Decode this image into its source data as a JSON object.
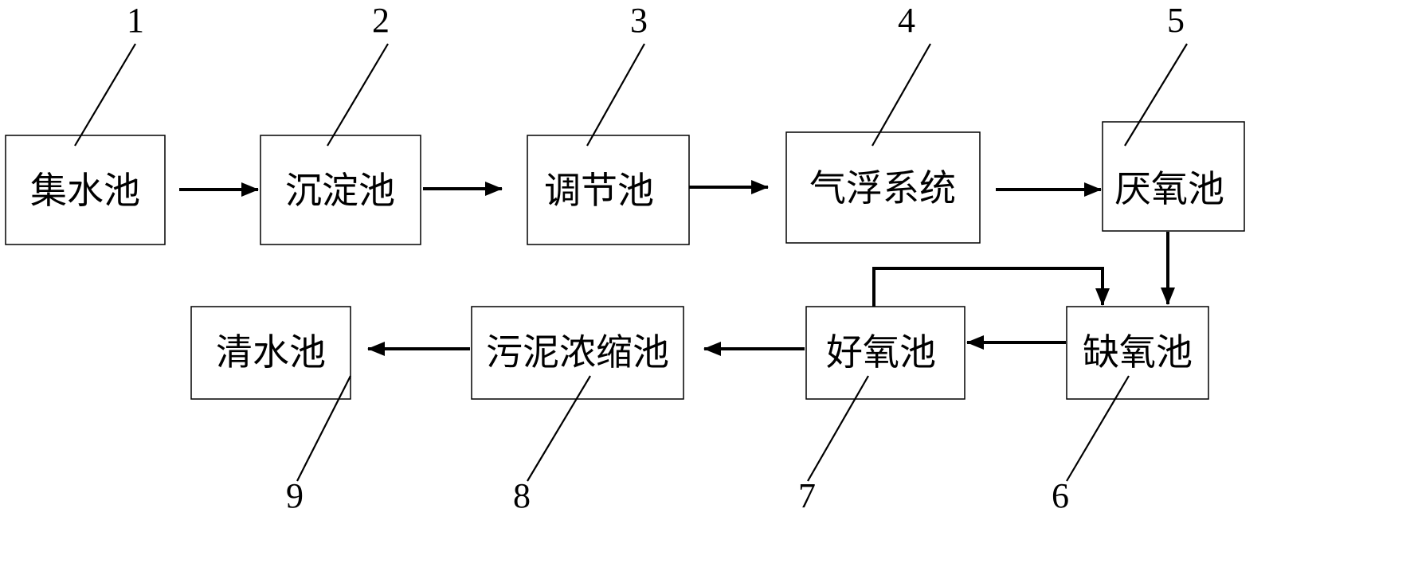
{
  "diagram": {
    "boxes": {
      "b1": "集水池",
      "b2": "沉淀池",
      "b3": "调节池",
      "b4": "气浮系统",
      "b5": "厌氧池",
      "b6": "缺氧池",
      "b7": "好氧池",
      "b8": "污泥浓缩池",
      "b9": "清水池"
    },
    "numbers": {
      "n1": "1",
      "n2": "2",
      "n3": "3",
      "n4": "4",
      "n5": "5",
      "n6": "6",
      "n7": "7",
      "n8": "8",
      "n9": "9"
    },
    "colors": {
      "line": "#000000",
      "background": "#ffffff"
    }
  }
}
